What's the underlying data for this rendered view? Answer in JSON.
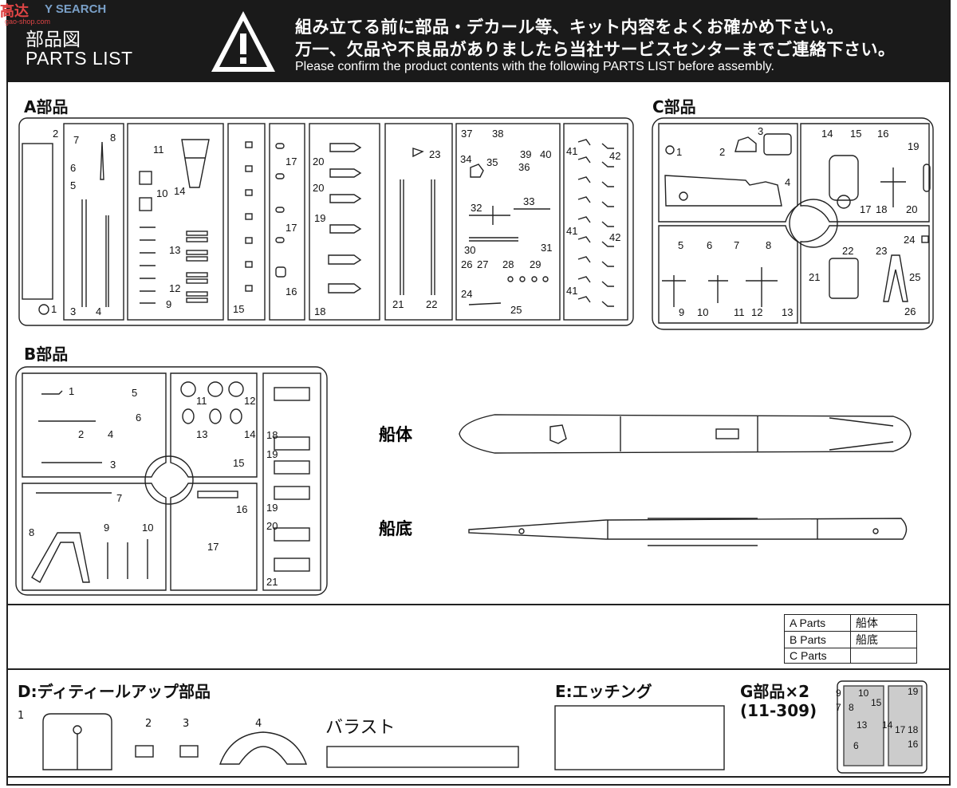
{
  "watermark": {
    "brand": "高达",
    "search": "Y SEARCH",
    "url": "gao-shop.com"
  },
  "header": {
    "title_jp": "部品図",
    "title_en": "PARTS LIST",
    "warning_jp_line1": "組み立てる前に部品・デカール等、キット内容をよくお確かめ下さい。",
    "warning_jp_line2": "万一、欠品や不良品がありましたら当社サービスセンターまでご連絡下さい。",
    "warning_en": "Please confirm the product contents with the following PARTS LIST before assembly."
  },
  "sprues": {
    "a_title": "A部品",
    "b_title": "B部品",
    "c_title": "C部品",
    "hull_label": "船体",
    "bottom_label": "船底",
    "a_numbers": [
      "2",
      "1",
      "3",
      "4",
      "7",
      "8",
      "6",
      "5",
      "11",
      "14",
      "10",
      "13",
      "12",
      "9",
      "15",
      "17",
      "17",
      "16",
      "20",
      "20",
      "19",
      "18",
      "23",
      "21",
      "22",
      "37",
      "38",
      "39",
      "40",
      "34",
      "35",
      "36",
      "32",
      "33",
      "30",
      "31",
      "26",
      "27",
      "28",
      "29",
      "24",
      "25",
      "41",
      "42",
      "41",
      "42",
      "41"
    ],
    "b_numbers": [
      "1",
      "5",
      "6",
      "2",
      "4",
      "3",
      "11",
      "12",
      "13",
      "14",
      "15",
      "18",
      "19",
      "19",
      "20",
      "21",
      "7",
      "16",
      "8",
      "9",
      "10",
      "17"
    ],
    "c_numbers": [
      "3",
      "1",
      "2",
      "4",
      "14",
      "15",
      "16",
      "19",
      "17",
      "18",
      "20",
      "5",
      "6",
      "7",
      "8",
      "9",
      "10",
      "11",
      "12",
      "13",
      "22",
      "23",
      "24",
      "21",
      "25",
      "26"
    ]
  },
  "legend": {
    "rows": [
      {
        "parts": "A Parts",
        "name": "船体"
      },
      {
        "parts": "B Parts",
        "name": "船底"
      },
      {
        "parts": "C Parts",
        "name": ""
      }
    ]
  },
  "bottom": {
    "d_title": "D:ディティールアップ部品",
    "d_numbers": [
      "1",
      "2",
      "3",
      "4"
    ],
    "ballast": "バラスト",
    "e_title": "E:エッチング",
    "g_title": "G部品×2",
    "g_code": "(11-309)",
    "g_numbers": [
      "9",
      "10",
      "15",
      "19",
      "7",
      "8",
      "13",
      "14",
      "17",
      "18",
      "16",
      "6"
    ]
  }
}
